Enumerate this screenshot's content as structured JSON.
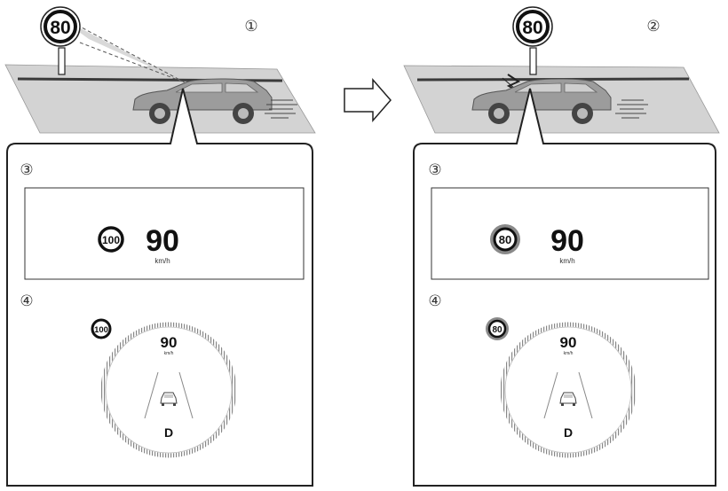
{
  "panels": [
    {
      "step_marker": "①",
      "road_sign": "80",
      "hud_marker": "③",
      "hud_sign": "100",
      "hud_sign_highlight": false,
      "hud_speed": "90",
      "hud_unit": "km/h",
      "cluster_marker": "④",
      "cluster_sign": "100",
      "cluster_sign_highlight": false,
      "cluster_speed": "90",
      "cluster_unit": "km/h",
      "gear": "D"
    },
    {
      "step_marker": "②",
      "road_sign": "80",
      "hud_marker": "③",
      "hud_sign": "80",
      "hud_sign_highlight": true,
      "hud_speed": "90",
      "hud_unit": "km/h",
      "cluster_marker": "④",
      "cluster_sign": "80",
      "cluster_sign_highlight": true,
      "cluster_speed": "90",
      "cluster_unit": "km/h",
      "gear": "D"
    }
  ],
  "colors": {
    "road": "#d3d3d3",
    "road_line": "#3a3a3a",
    "car_body": "#9c9c9c",
    "sign_ring": "#111111",
    "sign_highlight": "#8a8a8a",
    "frame": "#222222"
  }
}
